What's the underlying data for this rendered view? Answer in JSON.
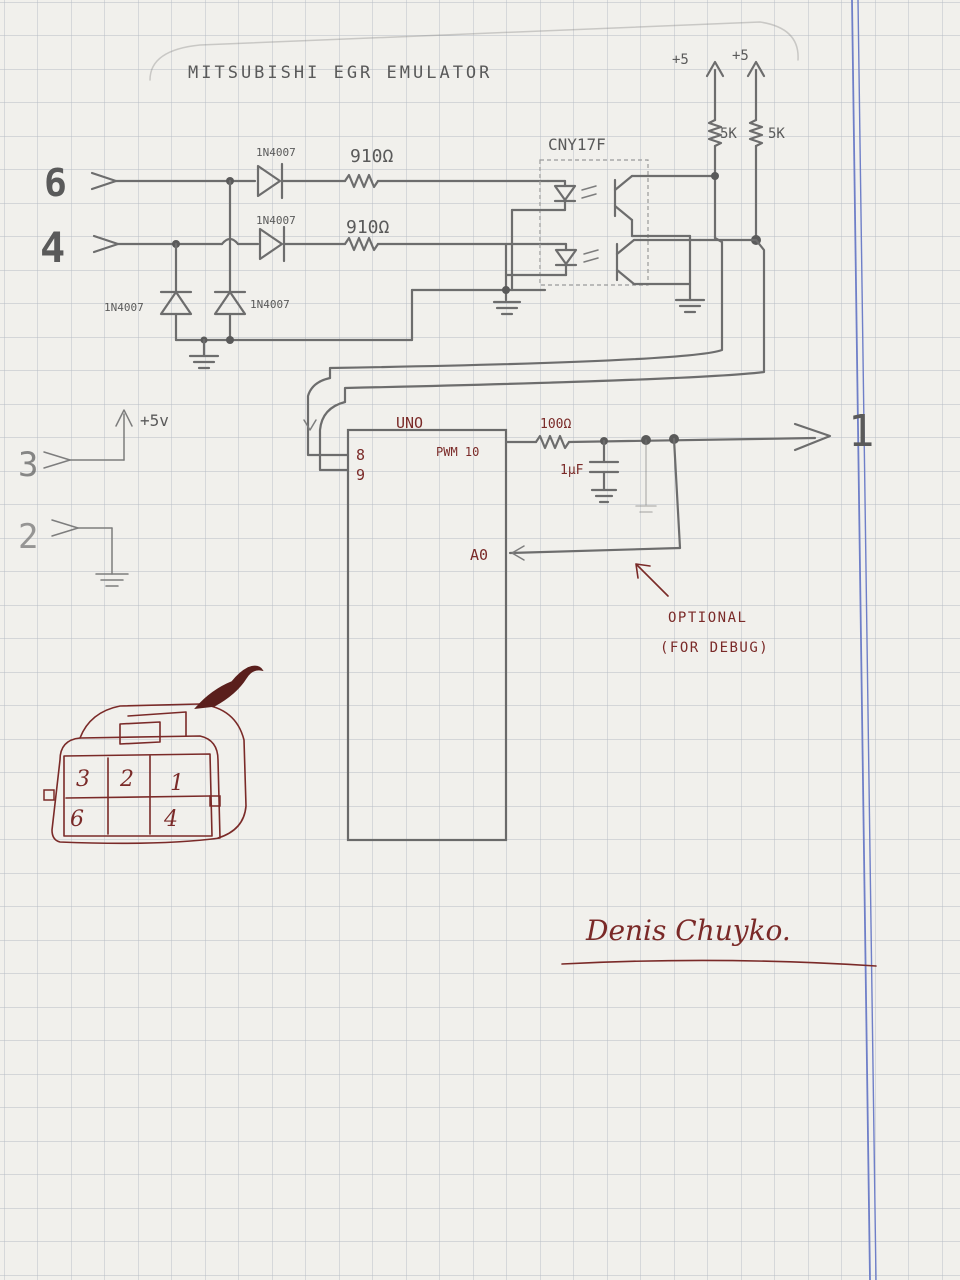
{
  "title": "MITSUBISHI EGR EMULATOR",
  "pins": {
    "p6": "6",
    "p4": "4",
    "p3": "3",
    "p2": "2",
    "p1": "1"
  },
  "components": {
    "diode_top": "1N4007",
    "diode_mid": "1N4007",
    "diode_left": "1N4007",
    "diode_right": "1N4007",
    "res_top": "910Ω",
    "res_mid": "910Ω",
    "optocoupler": "CNY17F",
    "pullup_1": "5K",
    "pullup_2": "5K",
    "vcc_1": "+5",
    "vcc_2": "+5",
    "vcc_pin3": "+5v",
    "pwm_res": "100Ω",
    "cap": "1μF"
  },
  "board": {
    "name": "UNO",
    "pin8": "8",
    "pin9": "9",
    "pwm_label": "PWM 10",
    "a0": "A0"
  },
  "note": {
    "line1": "OPTIONAL",
    "line2": "(FOR DEBUG)"
  },
  "connector": {
    "c3": "3",
    "c2": "2",
    "c1": "1",
    "c6": "6",
    "c4": "4"
  },
  "signature": "Denis Chuyko."
}
